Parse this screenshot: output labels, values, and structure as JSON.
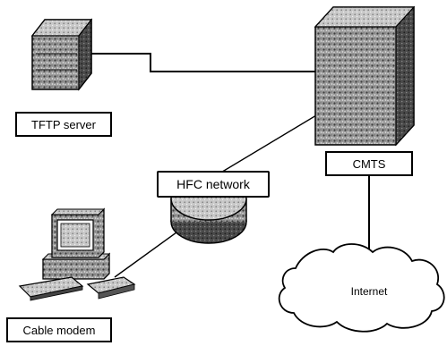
{
  "nodes": {
    "tftp_server": {
      "label": "TFTP server",
      "icon": "server-icon"
    },
    "cmts": {
      "label": "CMTS",
      "icon": "cmts-server-icon"
    },
    "hfc_network": {
      "label": "HFC network",
      "icon": "hfc-network-disc-icon"
    },
    "cable_modem": {
      "label": "Cable modem",
      "icon": "computer-workstation-icon"
    },
    "internet": {
      "label": "Internet",
      "icon": "cloud-icon"
    }
  },
  "links": [
    {
      "from": "tftp_server",
      "to": "cmts"
    },
    {
      "from": "cable_modem",
      "to": "cmts",
      "via": "hfc_network"
    },
    {
      "from": "cmts",
      "to": "internet",
      "arrow": true
    }
  ],
  "colors": {
    "ink": "#000000",
    "stipple_dark": "#555555",
    "stipple_light": "#d9d9d9",
    "background": "#ffffff"
  }
}
